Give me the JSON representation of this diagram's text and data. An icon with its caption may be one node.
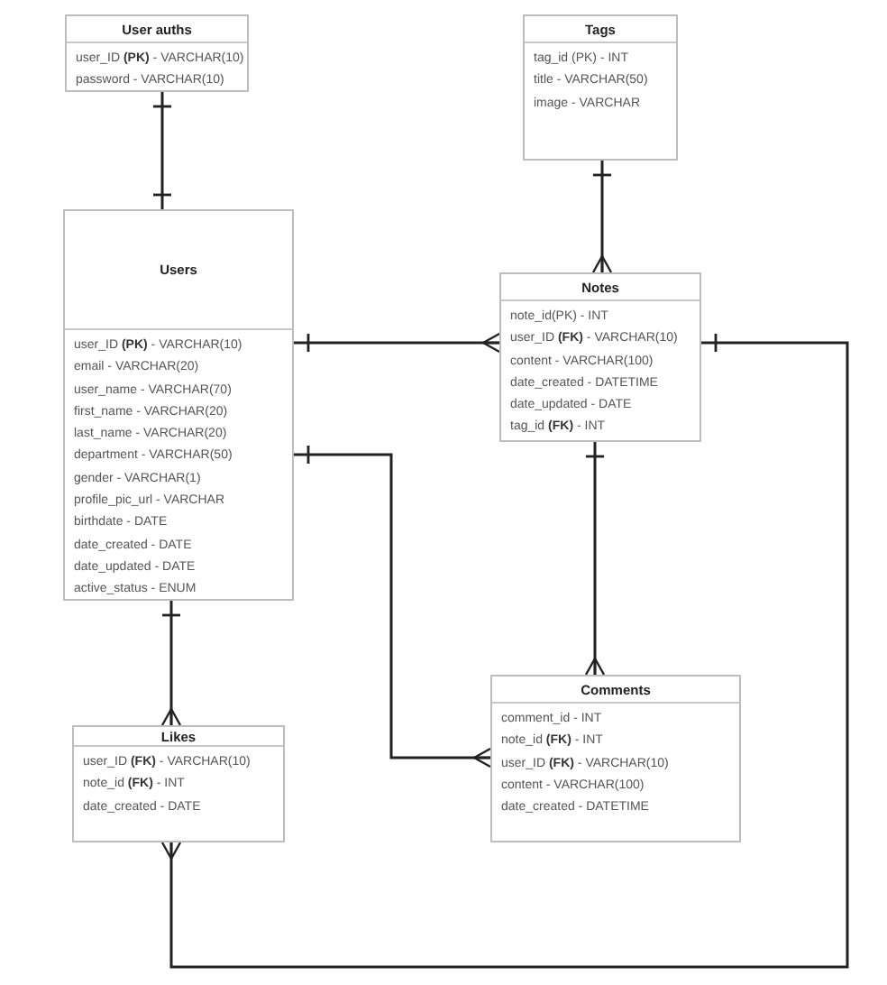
{
  "diagram": {
    "nodes": [
      {
        "text": [
          "User auths",
          "user_ID **(PK)** - VARCHAR(10)",
          "password - VARCHAR(10)"
        ]
      },
      {
        "text": [
          "Tags",
          "tag_id (PK) - INT",
          "title - VARCHAR(50)",
          "image  - VARCHAR"
        ]
      },
      {
        "text": [
          "Users",
          "user_ID **(PK)** - VARCHAR(10)",
          "email - VARCHAR(20)",
          "user_name - VARCHAR(70)",
          "first_name - VARCHAR(20)",
          "last_name - VARCHAR(20)",
          "department - VARCHAR(50)",
          "gender - VARCHAR(1)",
          "profile_pic_url - VARCHAR",
          "birthdate - DATE",
          "date_created - DATE",
          "date_updated - DATE",
          "active_status - ENUM"
        ]
      },
      {
        "text": [
          "Notes",
          "note_id(PK)  - INT",
          "user_ID **(FK)** - VARCHAR(10)",
          "content - VARCHAR(100)",
          "date_created - DATETIME",
          "date_updated  - DATE",
          "tag_id **(FK)** - INT"
        ]
      },
      {
        "text": [
          "Likes",
          "user_ID **(FK)**  - VARCHAR(10)",
          "note_id **(FK)** - INT",
          "date_created - DATE"
        ]
      },
      {
        "text": [
          "Comments",
          "comment_id - INT",
          "note_id **(FK)** - INT",
          "user_ID **(FK)** - VARCHAR(10)",
          "content - VARCHAR(100)",
          "date_created - DATETIME"
        ]
      }
    ],
    "edges": [
      {
        "from": 0,
        "to": 2,
        "arrow": "other"
      },
      {
        "from": 1,
        "to": 3,
        "arrow": "other"
      },
      {
        "from": 2,
        "to": 3,
        "arrow": "other"
      },
      {
        "from": 2,
        "to": 5,
        "arrow": "other"
      },
      {
        "from": 3,
        "to": 5,
        "arrow": "other"
      },
      {
        "from": 2,
        "to": 4,
        "arrow": "other"
      },
      {
        "from": 3,
        "to": 4,
        "arrow": "other"
      }
    ]
  }
}
